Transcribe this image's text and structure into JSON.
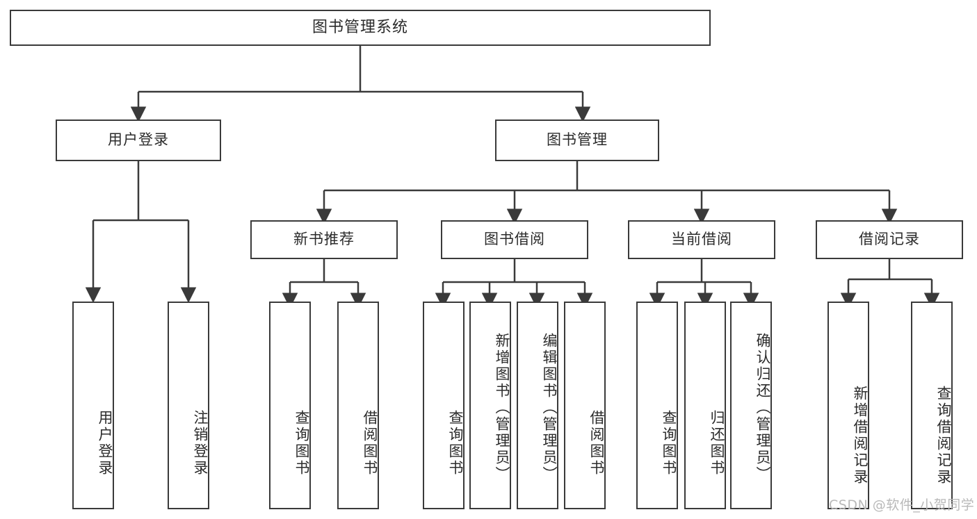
{
  "diagram": {
    "title": "图书管理系统",
    "type": "hierarchy-tree",
    "root": {
      "label": "图书管理系统"
    },
    "level2": [
      {
        "label": "用户登录"
      },
      {
        "label": "图书管理"
      }
    ],
    "level3": [
      {
        "label": "新书推荐",
        "parent": "图书管理"
      },
      {
        "label": "图书借阅",
        "parent": "图书管理"
      },
      {
        "label": "当前借阅",
        "parent": "图书管理"
      },
      {
        "label": "借阅记录",
        "parent": "图书管理"
      }
    ],
    "leaves": {
      "user_login": [
        {
          "label": "用户登录"
        },
        {
          "label": "注销登录"
        }
      ],
      "new_book_recommend": [
        {
          "label": "查询图书"
        },
        {
          "label": "借阅图书"
        }
      ],
      "book_borrow": [
        {
          "label": "查询图书"
        },
        {
          "label": "新增图书（管理员）"
        },
        {
          "label": "编辑图书（管理员）"
        },
        {
          "label": "借阅图书"
        }
      ],
      "current_borrow": [
        {
          "label": "查询图书"
        },
        {
          "label": "归还图书"
        },
        {
          "label": "确认归还（管理员）"
        }
      ],
      "borrow_record": [
        {
          "label": "新增借阅记录"
        },
        {
          "label": "查询借阅记录"
        }
      ]
    }
  },
  "watermark": {
    "text": "CSDN @软件_小贺同学"
  },
  "colors": {
    "border": "#3a3a3a",
    "text": "#2b2b2b",
    "background": "#ffffff",
    "watermark": "#b9b9b9"
  }
}
